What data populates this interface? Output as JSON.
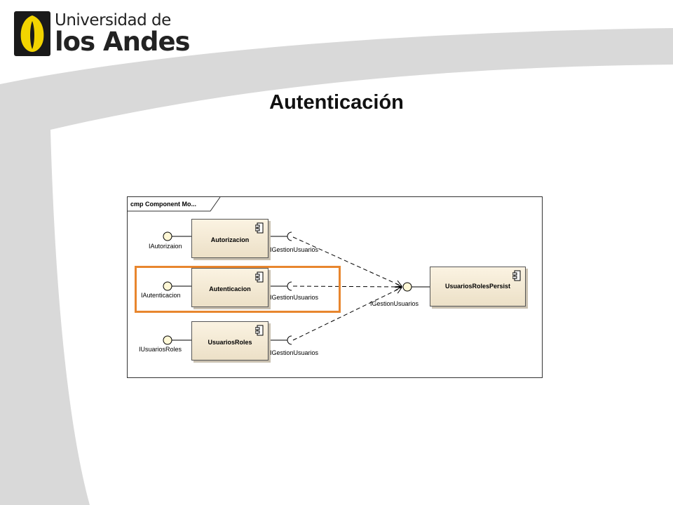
{
  "header": {
    "logo_line1": "Universidad de",
    "logo_line2": "los Andes",
    "logo_color": "#f2d400"
  },
  "slide": {
    "title": "Autenticación"
  },
  "diagram": {
    "frame_label": "cmp Component Mo...",
    "highlight_color": "#e8862e",
    "components": {
      "autorizacion": "Autorizacion",
      "autenticacion": "Autenticacion",
      "usuarios_roles": "UsuariosRoles",
      "usuarios_roles_persist": "UsuariosRolesPersist"
    },
    "provided_interfaces": {
      "autorizacion": "IAutorizaion",
      "autenticacion": "IAutenticacion",
      "usuarios_roles": "IUsuariosRoles",
      "persist": "IGestionUsuarios"
    },
    "required_interfaces": {
      "autorizacion": "IGestionUsuarios",
      "autenticacion": "IGestionUsuarios",
      "usuarios_roles": "IGestionUsuarios"
    }
  }
}
